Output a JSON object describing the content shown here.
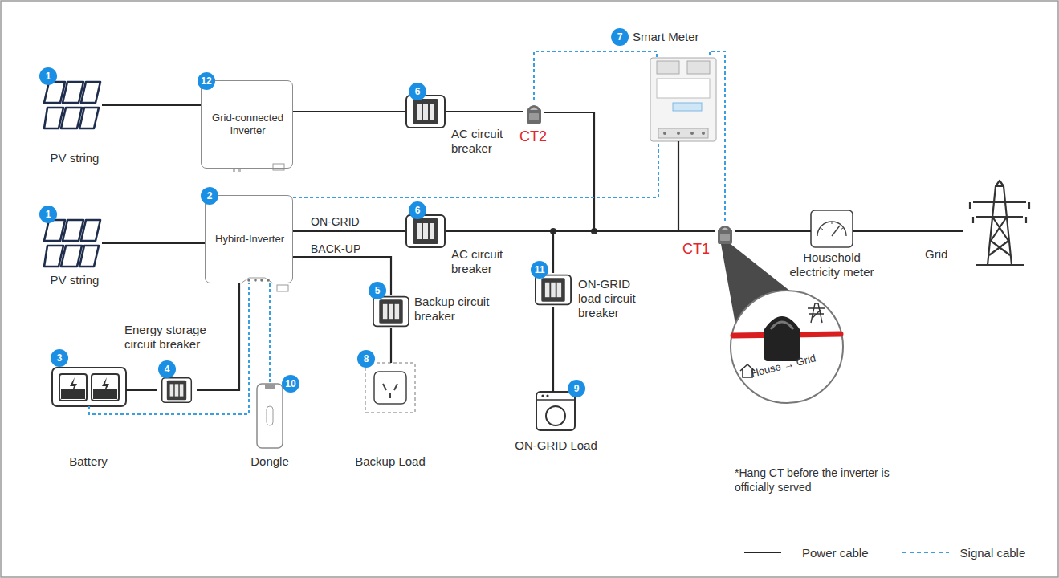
{
  "diagram": {
    "nodes": [
      {
        "text": [
          "1",
          "PV string"
        ]
      },
      {
        "text": [
          "12",
          "Grid-connected Inverter"
        ]
      },
      {
        "text": [
          "6",
          "AC circuit breaker"
        ]
      },
      {
        "text": [
          "CT2"
        ]
      },
      {
        "text": [
          "7",
          "Smart Meter"
        ]
      },
      {
        "text": [
          "1",
          "PV string"
        ]
      },
      {
        "text": [
          "2",
          "Hybird-Inverter"
        ]
      },
      {
        "text": [
          "6",
          "AC circuit breaker"
        ]
      },
      {
        "text": [
          "CT1"
        ]
      },
      {
        "text": [
          "Household electricity meter"
        ]
      },
      {
        "text": [
          "Grid"
        ]
      },
      {
        "text": [
          "5",
          "Backup circuit breaker"
        ]
      },
      {
        "text": [
          "11",
          "ON-GRID load circuit breaker"
        ]
      },
      {
        "text": [
          "4",
          "Energy storage circuit breaker"
        ]
      },
      {
        "text": [
          "3",
          "Battery"
        ]
      },
      {
        "text": [
          "10",
          "Dongle"
        ]
      },
      {
        "text": [
          "8",
          "Backup Load"
        ]
      },
      {
        "text": [
          "9",
          "ON-GRID Load"
        ]
      }
    ],
    "edges": [
      {
        "from": 0,
        "to": 1,
        "arrow": "none"
      },
      {
        "from": 1,
        "to": 2,
        "arrow": "none"
      },
      {
        "from": 2,
        "to": 3,
        "arrow": "none"
      },
      {
        "from": 5,
        "to": 6,
        "arrow": "none"
      },
      {
        "from": 6,
        "to": 7,
        "label": "ON-GRID",
        "arrow": "none"
      },
      {
        "from": 6,
        "to": 11,
        "label": "BACK-UP",
        "arrow": "none"
      },
      {
        "from": 11,
        "to": 16,
        "arrow": "none"
      },
      {
        "from": 12,
        "to": 17,
        "arrow": "none"
      },
      {
        "from": 6,
        "to": 13,
        "arrow": "none"
      },
      {
        "from": 13,
        "to": 14,
        "arrow": "none"
      },
      {
        "from": 7,
        "to": 8,
        "arrow": "none"
      },
      {
        "from": 3,
        "to": 8,
        "arrow": "none"
      },
      {
        "from": 7,
        "to": 12,
        "arrow": "none"
      },
      {
        "from": 4,
        "to": 8,
        "arrow": "none"
      },
      {
        "from": 8,
        "to": 9,
        "arrow": "none"
      },
      {
        "from": 9,
        "to": 10,
        "arrow": "none"
      },
      {
        "from": 3,
        "to": 4,
        "arrow": "none"
      },
      {
        "from": 8,
        "to": 4,
        "arrow": "none"
      },
      {
        "from": 6,
        "to": 4,
        "arrow": "none"
      },
      {
        "from": 6,
        "to": 15,
        "arrow": "none"
      },
      {
        "from": 14,
        "to": 6,
        "arrow": "none"
      }
    ],
    "labels": [
      "House → Grid",
      "*Hang CT before the inverter is officially served"
    ],
    "legend": [
      {
        "text": "Power cable"
      },
      {
        "text": "Signal cable"
      }
    ]
  }
}
